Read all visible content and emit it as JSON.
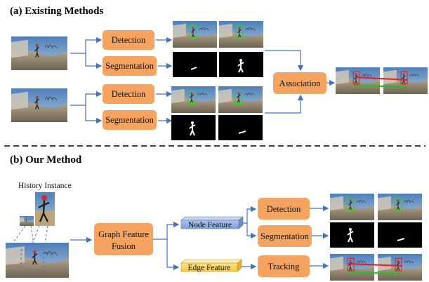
{
  "sections": {
    "existing_title": "(a) Existing Methods",
    "ours_title": "(b) Our Method"
  },
  "existing": {
    "detection_label": "Detection",
    "segmentation_label": "Segmentation",
    "association_label": "Association"
  },
  "ours": {
    "history_label": "History Instance",
    "fusion_label_line1": "Graph Feature",
    "fusion_label_line2": "Fusion",
    "node_feature_label": "Node Feature",
    "edge_feature_label": "Edge Feature",
    "detection_label": "Detection",
    "segmentation_label": "Segmentation",
    "tracking_label": "Tracking"
  },
  "colors": {
    "process_box": "#f4a460",
    "arrow": "#4472c4",
    "node_feature": "#8faadc",
    "edge_feature": "#ffd966",
    "detect_box": "#33cc33",
    "track_red": "#e02020",
    "track_green": "#20c020"
  }
}
